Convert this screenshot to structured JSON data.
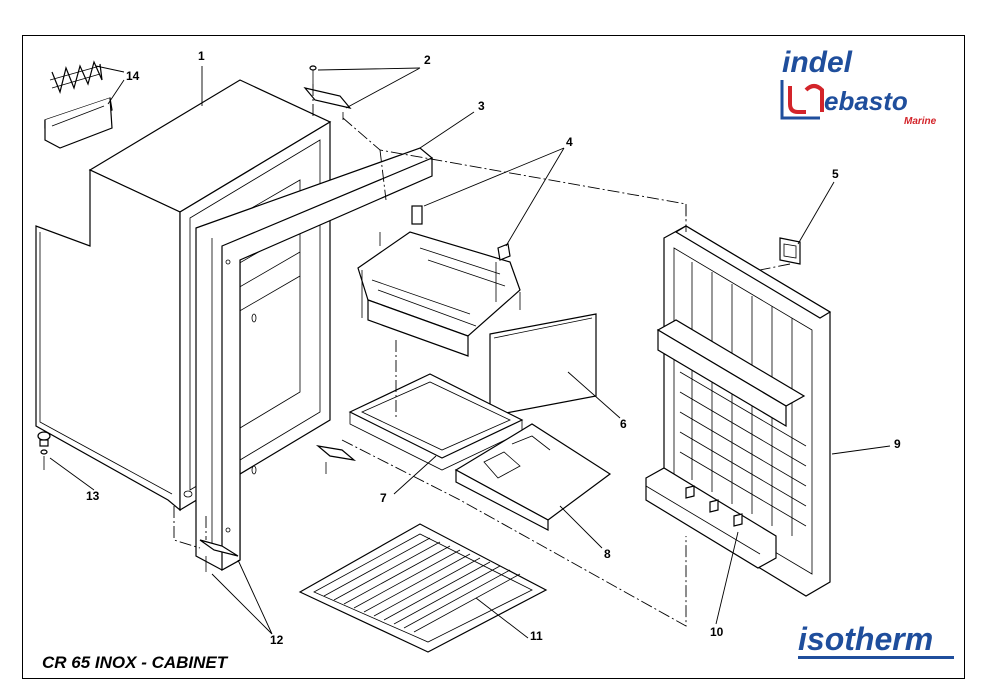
{
  "title": "CR 65 INOX - CABINET",
  "brand_top": {
    "line1": "indel",
    "line2": "ebasto",
    "line3": "Marine",
    "colors": {
      "blue": "#1f4e9c",
      "red": "#d3242a"
    }
  },
  "brand_bottom": {
    "text": "isotherm",
    "color": "#1f4e9c"
  },
  "callouts": [
    "1",
    "2",
    "3",
    "4",
    "5",
    "6",
    "7",
    "8",
    "9",
    "10",
    "11",
    "12",
    "13",
    "14"
  ]
}
